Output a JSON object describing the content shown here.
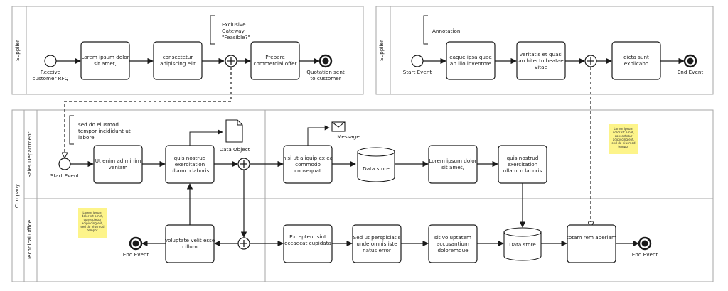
{
  "pools": {
    "supplier_left": {
      "label": "Supplier"
    },
    "supplier_right": {
      "label": "Supplier"
    },
    "company": {
      "label": "Company"
    }
  },
  "lanes": {
    "sales": {
      "label": "Sales Department"
    },
    "technical": {
      "label": "Technical Office"
    }
  },
  "supplier_left": {
    "start_label": [
      "Receive",
      "customer RFQ"
    ],
    "task1": [
      "Lorem ipsum dolor",
      "sit amet,"
    ],
    "task2": [
      "consectetur",
      "adipiscing elit"
    ],
    "annotation": [
      "Exclusive",
      "Gateway",
      "\"Feasible?\""
    ],
    "task3": [
      "Prepare",
      "commercial offer"
    ],
    "end_label": [
      "Quotation sent",
      "to customer"
    ]
  },
  "supplier_right": {
    "annotation": "Annotation",
    "start_label": "Start Event",
    "task1": [
      "eaque ipsa quae",
      "ab illo inventore"
    ],
    "task2": [
      "veritatis et quasi",
      "architecto beatae",
      "vitae"
    ],
    "task3": [
      "dicta sunt",
      "explicabo"
    ],
    "end_label": "End Event"
  },
  "sales": {
    "annotation": [
      "sed do eiusmod",
      "tempor incididunt ut",
      "labore"
    ],
    "start_label": "Start Event",
    "task1": [
      "Ut enim ad minim",
      "veniam"
    ],
    "task2": [
      "quis nostrud",
      "exercitation",
      "ullamco laboris"
    ],
    "data_object": "Data Object",
    "task3": [
      "nisi ut aliquip ex ea",
      "commodo",
      "consequat"
    ],
    "message": "Message",
    "data_store": "Data store",
    "task4": [
      "Lorem ipsum dolor",
      "sit amet,"
    ],
    "task5": [
      "quis nostrud",
      "exercitation",
      "ullamco laboris"
    ],
    "sticky": [
      "Lorem ipsum",
      "dolor sit amet,",
      "consectetur",
      "adipiscing elit,",
      "sed do eiusmod",
      "tempor"
    ]
  },
  "technical": {
    "sticky": [
      "Lorem ipsum",
      "dolor sit amet,",
      "consectetur",
      "adipiscing elit,",
      "sed do eiusmod",
      "tempor"
    ],
    "end_left_label": "End Event",
    "task1": [
      "voluptate velit esse",
      "cillum"
    ],
    "task2": [
      "Excepteur sint",
      "occaecat cupidata"
    ],
    "task3": [
      "Sed ut perspiciatis",
      "unde omnis iste",
      "natus error"
    ],
    "task4": [
      "sit voluptatem",
      "accusantium",
      "doloremque"
    ],
    "data_store": "Data store",
    "task5": "totam rem aperiam",
    "end_right_label": "End Event"
  },
  "colors": {
    "sticky_note": "#fdf48a",
    "stroke": "#1a1a1a",
    "pool_border": "#a6a6a6"
  }
}
